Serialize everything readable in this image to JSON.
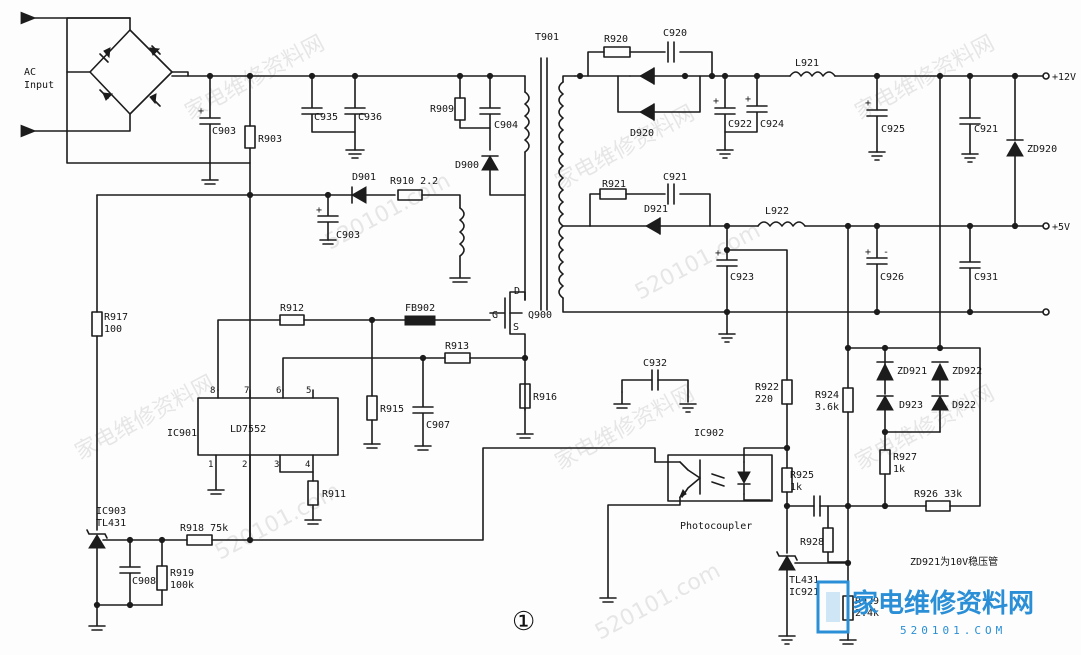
{
  "diagram": {
    "labels": {
      "ac_input_1": "AC",
      "ac_input_2": "Input",
      "t901": "T901",
      "c903a": "C903",
      "r903": "R903",
      "c935": "C935",
      "c936": "C936",
      "r909": "R909",
      "c904": "C904",
      "d900": "D900",
      "d901": "D901",
      "r910": "R910 2.2",
      "c903b": "C903",
      "q900": "Q900",
      "q_g": "G",
      "q_d": "D",
      "q_s": "S",
      "r917": "R917",
      "r917v": "100",
      "r912": "R912",
      "fb902": "FB902",
      "r913": "R913",
      "r915": "R915",
      "c907": "C907",
      "r916": "R916",
      "ic901": "IC901",
      "ld7552": "LD7552",
      "pin8": "8",
      "pin7": "7",
      "pin6": "6",
      "pin5": "5",
      "pin1": "1",
      "pin2": "2",
      "pin3": "3",
      "pin4": "4",
      "r911": "R911",
      "ic903": "IC903",
      "tl431a": "TL431",
      "r918": "R918 75k",
      "c908": "C908",
      "r919": "R919",
      "r919v": "100k",
      "r920": "R920",
      "c920": "C920",
      "d920": "D920",
      "c922": "C922",
      "c924": "C924",
      "l921": "L921",
      "c925": "C925",
      "c921a": "C921",
      "zd920": "ZD920",
      "out12": "+12V",
      "r921": "R921",
      "c921b": "C921",
      "d921": "D921",
      "l922": "L922",
      "c923": "C923",
      "c926": "C926",
      "c931": "C931",
      "out5": "+5V",
      "c932": "C932",
      "r922": "R922",
      "r922v": "220",
      "r924": "R924",
      "r924v": "3.6k",
      "zd921": "ZD921",
      "zd922": "ZD922",
      "d923": "D923",
      "d922": "D922",
      "ic902": "IC902",
      "r925": "R925",
      "r925v": "1k",
      "r927": "R927",
      "r927v": "1k",
      "r926": "R926 33k",
      "photocoupler": "Photocoupler",
      "r928": "R928",
      "tl431b": "TL431",
      "ic921": "IC921",
      "r929": "R929",
      "r929v": "2.4k",
      "note": "ZD921为10V稳压管",
      "figure_no": "①"
    },
    "watermark": "家电维修资料网",
    "watermark_url": "520101.com",
    "logo": {
      "text": "家电维修资料网",
      "url": "520101.COM"
    }
  }
}
